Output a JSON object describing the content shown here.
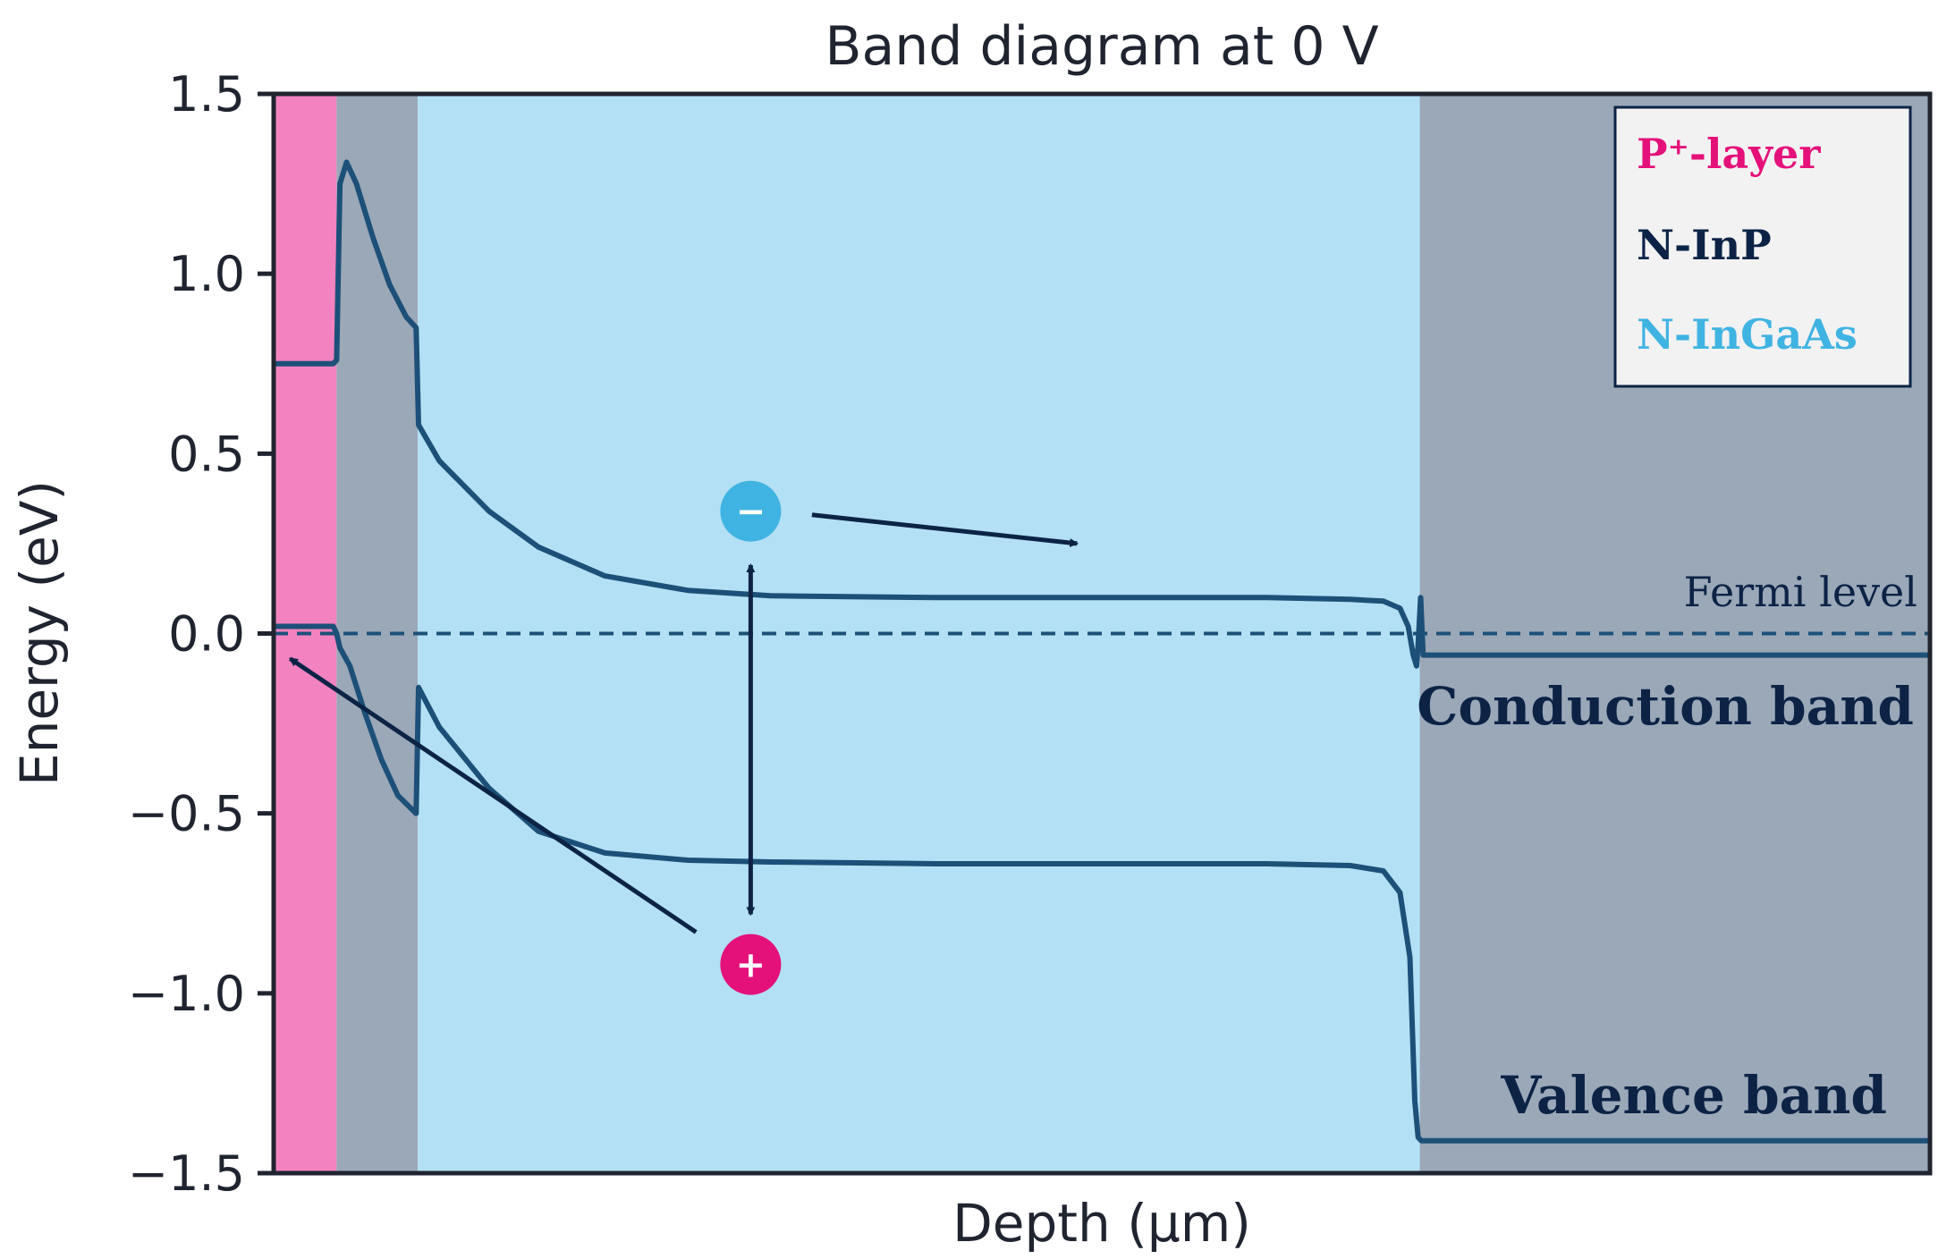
{
  "chart_data": {
    "type": "line",
    "title": "Band diagram at 0 V",
    "xlabel": "Depth (μm)",
    "ylabel": "Energy (eV)",
    "ylim": [
      -1.5,
      1.5
    ],
    "xlim": [
      0,
      100
    ],
    "yticks": [
      {
        "value": 1.5,
        "label": "1.5"
      },
      {
        "value": 1.0,
        "label": "1.0"
      },
      {
        "value": 0.5,
        "label": "0.5"
      },
      {
        "value": 0.0,
        "label": "0.0"
      },
      {
        "value": -0.5,
        "label": "−0.5"
      },
      {
        "value": -1.0,
        "label": "−1.0"
      },
      {
        "value": -1.5,
        "label": "−1.5"
      }
    ],
    "regions": [
      {
        "name": "P⁺-layer",
        "x": [
          0,
          3.8
        ],
        "color": "#f283c0"
      },
      {
        "name": "N-InP",
        "x": [
          3.8,
          8.7
        ],
        "color": "#9aa8b8"
      },
      {
        "name": "N-InGaAs",
        "x": [
          8.7,
          69.2
        ],
        "color": "#b3e0f4"
      },
      {
        "name": "N-InP",
        "x": [
          69.2,
          100
        ],
        "color": "#9aa8b8"
      }
    ],
    "legend": {
      "position": "top-right",
      "entries": [
        {
          "label": "P⁺-layer",
          "color": "#e4117a"
        },
        {
          "label": "N-InP",
          "color": "#0c2346"
        },
        {
          "label": "N-InGaAs",
          "color": "#3fb3e2"
        }
      ]
    },
    "series": [
      {
        "role": "conduction",
        "x": [
          0,
          3.6,
          3.8,
          4.0,
          4.4,
          5.0,
          6.0,
          7.0,
          8.0,
          8.6,
          8.75,
          10,
          13,
          16,
          20,
          25,
          30,
          40,
          50,
          60,
          65,
          67,
          68,
          68.5,
          68.8,
          69.0,
          69.1,
          69.25,
          69.4,
          70,
          80,
          90,
          100
        ],
        "values": [
          0.75,
          0.75,
          0.76,
          1.25,
          1.31,
          1.25,
          1.1,
          0.97,
          0.88,
          0.85,
          0.58,
          0.48,
          0.34,
          0.24,
          0.16,
          0.12,
          0.105,
          0.1,
          0.1,
          0.1,
          0.095,
          0.09,
          0.07,
          0.02,
          -0.06,
          -0.09,
          -0.03,
          0.1,
          -0.06,
          -0.06,
          -0.06,
          -0.06,
          -0.06
        ]
      },
      {
        "role": "valence",
        "x": [
          0,
          3.6,
          3.8,
          4.0,
          4.6,
          5.5,
          6.5,
          7.5,
          8.6,
          8.75,
          10,
          13,
          16,
          20,
          25,
          30,
          40,
          50,
          60,
          65,
          67,
          68,
          68.6,
          68.9,
          69.1,
          69.3,
          70,
          80,
          90,
          100
        ],
        "values": [
          0.02,
          0.02,
          0.0,
          -0.04,
          -0.09,
          -0.22,
          -0.35,
          -0.45,
          -0.5,
          -0.15,
          -0.26,
          -0.43,
          -0.55,
          -0.61,
          -0.63,
          -0.635,
          -0.64,
          -0.64,
          -0.64,
          -0.645,
          -0.66,
          -0.72,
          -0.9,
          -1.3,
          -1.4,
          -1.41,
          -1.41,
          -1.41,
          -1.41,
          -1.41
        ]
      }
    ],
    "fermi_level": {
      "value": 0.0,
      "label": "Fermi level"
    },
    "band_labels": {
      "conduction": "Conduction band",
      "valence": "Valence band"
    },
    "carriers": {
      "electron": {
        "symbol": "−",
        "x": 28.8,
        "y": 0.34,
        "color": "#3fb3e2"
      },
      "hole": {
        "symbol": "+",
        "x": 28.8,
        "y": -0.92,
        "color": "#e4117a"
      }
    },
    "arrows": [
      {
        "name": "electron-drift",
        "from": [
          32.5,
          0.33
        ],
        "to": [
          48.5,
          0.25
        ],
        "heads": "end"
      },
      {
        "name": "hole-drift",
        "from": [
          25.5,
          -0.83
        ],
        "to": [
          1.0,
          -0.07
        ],
        "heads": "end"
      },
      {
        "name": "bandgap",
        "from": [
          28.8,
          0.19
        ],
        "to": [
          28.8,
          -0.78
        ],
        "heads": "both"
      }
    ],
    "colors": {
      "band_line": "#1d5078",
      "fermi_line": "#1d5078",
      "axis": "#1f2430",
      "arrow": "#0c2346",
      "label_dark": "#0c2346",
      "legend_bg": "#f2f2f2"
    }
  }
}
